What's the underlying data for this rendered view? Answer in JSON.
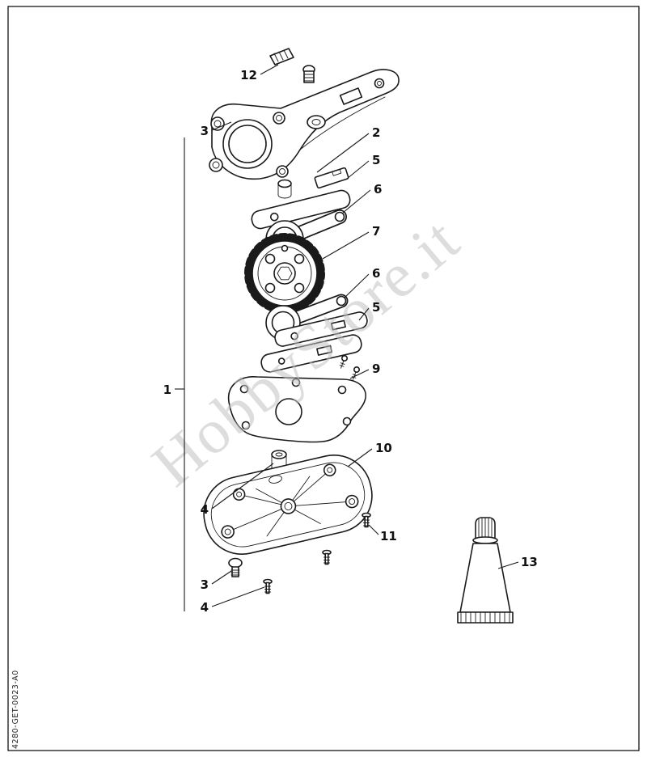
{
  "watermark": {
    "text": "HobbyStore.it"
  },
  "doc_code": "4280-GET-0023-A0",
  "callouts": [
    {
      "id": "callout-12",
      "label": "12"
    },
    {
      "id": "callout-3-top",
      "label": "3"
    },
    {
      "id": "callout-2",
      "label": "2"
    },
    {
      "id": "callout-5-upper",
      "label": "5"
    },
    {
      "id": "callout-6-upper",
      "label": "6"
    },
    {
      "id": "callout-7",
      "label": "7"
    },
    {
      "id": "callout-6-lower",
      "label": "6"
    },
    {
      "id": "callout-5-lower",
      "label": "5"
    },
    {
      "id": "callout-9",
      "label": "9"
    },
    {
      "id": "callout-1",
      "label": "1"
    },
    {
      "id": "callout-10",
      "label": "10"
    },
    {
      "id": "callout-4-upper",
      "label": "4"
    },
    {
      "id": "callout-11",
      "label": "11"
    },
    {
      "id": "callout-3-bottom",
      "label": "3"
    },
    {
      "id": "callout-4-bottom",
      "label": "4"
    },
    {
      "id": "callout-13",
      "label": "13"
    }
  ]
}
